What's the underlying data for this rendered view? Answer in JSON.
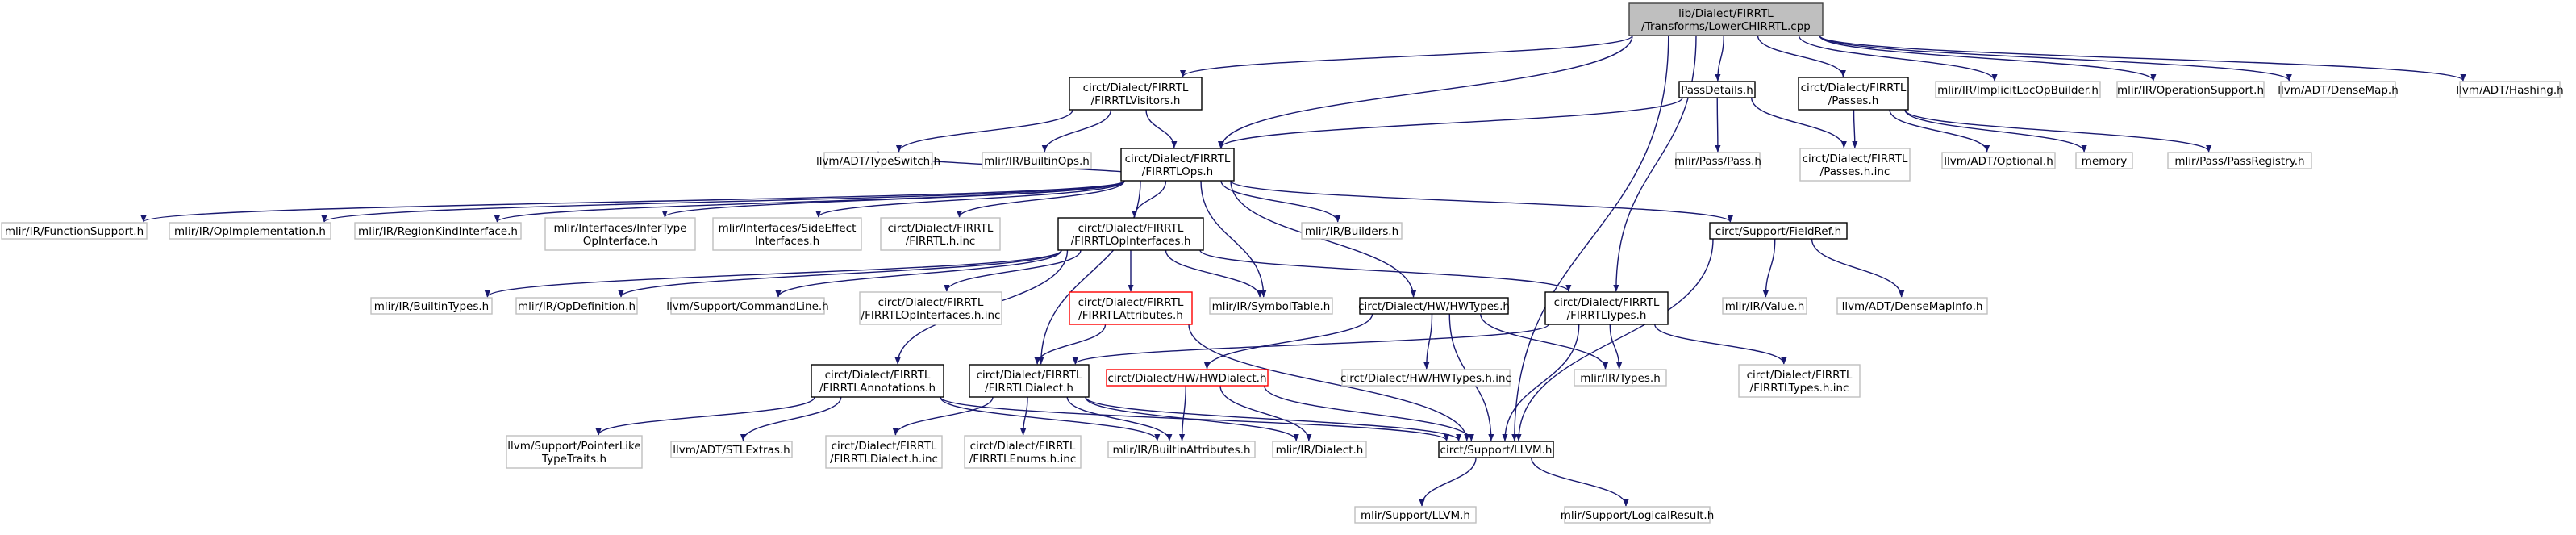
{
  "graph": {
    "root": "root",
    "colors": {
      "edge": "#191970",
      "root_fill": "#bfbfbf",
      "root_border": "#404040",
      "defined_border": "#000000",
      "external_border": "#bfbfbf",
      "truncated_border": "#ff0000"
    },
    "nodes": [
      {
        "id": "root",
        "kind": "root",
        "lines": [
          "lib/Dialect/FIRRTL",
          "/Transforms/LowerCHIRRTL.cpp"
        ]
      },
      {
        "id": "visitors",
        "kind": "defined",
        "lines": [
          "circt/Dialect/FIRRTL",
          "/FIRRTLVisitors.h"
        ]
      },
      {
        "id": "passdetails",
        "kind": "defined",
        "lines": [
          "PassDetails.h"
        ]
      },
      {
        "id": "passes",
        "kind": "defined",
        "lines": [
          "circt/Dialect/FIRRTL",
          "/Passes.h"
        ]
      },
      {
        "id": "implicitloc",
        "kind": "external",
        "lines": [
          "mlir/IR/ImplicitLocOpBuilder.h"
        ]
      },
      {
        "id": "opsupport",
        "kind": "external",
        "lines": [
          "mlir/IR/OperationSupport.h"
        ]
      },
      {
        "id": "densemap",
        "kind": "external",
        "lines": [
          "llvm/ADT/DenseMap.h"
        ]
      },
      {
        "id": "hashing",
        "kind": "external",
        "lines": [
          "llvm/ADT/Hashing.h"
        ]
      },
      {
        "id": "typeswitch",
        "kind": "external",
        "lines": [
          "llvm/ADT/TypeSwitch.h"
        ]
      },
      {
        "id": "builtinops",
        "kind": "external",
        "lines": [
          "mlir/IR/BuiltinOps.h"
        ]
      },
      {
        "id": "firrtlops",
        "kind": "defined",
        "lines": [
          "circt/Dialect/FIRRTL",
          "/FIRRTLOps.h"
        ]
      },
      {
        "id": "pass",
        "kind": "external",
        "lines": [
          "mlir/Pass/Pass.h"
        ]
      },
      {
        "id": "passesinc",
        "kind": "external",
        "lines": [
          "circt/Dialect/FIRRTL",
          "/Passes.h.inc"
        ]
      },
      {
        "id": "optional",
        "kind": "external",
        "lines": [
          "llvm/ADT/Optional.h"
        ]
      },
      {
        "id": "memory",
        "kind": "external",
        "lines": [
          "memory"
        ]
      },
      {
        "id": "passregistry",
        "kind": "external",
        "lines": [
          "mlir/Pass/PassRegistry.h"
        ]
      },
      {
        "id": "funcsupport",
        "kind": "external",
        "lines": [
          "mlir/IR/FunctionSupport.h"
        ]
      },
      {
        "id": "opimpl",
        "kind": "external",
        "lines": [
          "mlir/IR/OpImplementation.h"
        ]
      },
      {
        "id": "regionkind",
        "kind": "external",
        "lines": [
          "mlir/IR/RegionKindInterface.h"
        ]
      },
      {
        "id": "infertype",
        "kind": "external",
        "lines": [
          "mlir/Interfaces/InferType",
          "OpInterface.h"
        ]
      },
      {
        "id": "sideeffect",
        "kind": "external",
        "lines": [
          "mlir/Interfaces/SideEffect",
          "Interfaces.h"
        ]
      },
      {
        "id": "firrtlhinc",
        "kind": "external",
        "lines": [
          "circt/Dialect/FIRRTL",
          "/FIRRTL.h.inc"
        ]
      },
      {
        "id": "builders",
        "kind": "external",
        "lines": [
          "mlir/IR/Builders.h"
        ]
      },
      {
        "id": "fieldref",
        "kind": "defined",
        "lines": [
          "circt/Support/FieldRef.h"
        ]
      },
      {
        "id": "opinterfaces",
        "kind": "defined",
        "lines": [
          "circt/Dialect/FIRRTL",
          "/FIRRTLOpInterfaces.h"
        ]
      },
      {
        "id": "builtintypes",
        "kind": "external",
        "lines": [
          "mlir/IR/BuiltinTypes.h"
        ]
      },
      {
        "id": "opdefinition",
        "kind": "external",
        "lines": [
          "mlir/IR/OpDefinition.h"
        ]
      },
      {
        "id": "commandline",
        "kind": "external",
        "lines": [
          "llvm/Support/CommandLine.h"
        ]
      },
      {
        "id": "opinterfacesinc",
        "kind": "external",
        "lines": [
          "circt/Dialect/FIRRTL",
          "/FIRRTLOpInterfaces.h.inc"
        ]
      },
      {
        "id": "attributes",
        "kind": "truncated",
        "lines": [
          "circt/Dialect/FIRRTL",
          "/FIRRTLAttributes.h"
        ]
      },
      {
        "id": "symboltable",
        "kind": "external",
        "lines": [
          "mlir/IR/SymbolTable.h"
        ]
      },
      {
        "id": "hwtypes",
        "kind": "defined",
        "lines": [
          "circt/Dialect/HW/HWTypes.h"
        ]
      },
      {
        "id": "firrtltypes",
        "kind": "defined",
        "lines": [
          "circt/Dialect/FIRRTL",
          "/FIRRTLTypes.h"
        ]
      },
      {
        "id": "value",
        "kind": "external",
        "lines": [
          "mlir/IR/Value.h"
        ]
      },
      {
        "id": "densemapinfo",
        "kind": "external",
        "lines": [
          "llvm/ADT/DenseMapInfo.h"
        ]
      },
      {
        "id": "annotations",
        "kind": "defined",
        "lines": [
          "circt/Dialect/FIRRTL",
          "/FIRRTLAnnotations.h"
        ]
      },
      {
        "id": "firrtldialect",
        "kind": "defined",
        "lines": [
          "circt/Dialect/FIRRTL",
          "/FIRRTLDialect.h"
        ]
      },
      {
        "id": "hwdialect",
        "kind": "truncated",
        "lines": [
          "circt/Dialect/HW/HWDialect.h"
        ]
      },
      {
        "id": "hwtypesinc",
        "kind": "external",
        "lines": [
          "circt/Dialect/HW/HWTypes.h.inc"
        ]
      },
      {
        "id": "irtypes",
        "kind": "external",
        "lines": [
          "mlir/IR/Types.h"
        ]
      },
      {
        "id": "firrtltypesinc",
        "kind": "external",
        "lines": [
          "circt/Dialect/FIRRTL",
          "/FIRRTLTypes.h.inc"
        ]
      },
      {
        "id": "pointerlike",
        "kind": "external",
        "lines": [
          "llvm/Support/PointerLike",
          "TypeTraits.h"
        ]
      },
      {
        "id": "stlextras",
        "kind": "external",
        "lines": [
          "llvm/ADT/STLExtras.h"
        ]
      },
      {
        "id": "dialectinc",
        "kind": "external",
        "lines": [
          "circt/Dialect/FIRRTL",
          "/FIRRTLDialect.h.inc"
        ]
      },
      {
        "id": "enumsinc",
        "kind": "external",
        "lines": [
          "circt/Dialect/FIRRTL",
          "/FIRRTLEnums.h.inc"
        ]
      },
      {
        "id": "builtinattrs",
        "kind": "external",
        "lines": [
          "mlir/IR/BuiltinAttributes.h"
        ]
      },
      {
        "id": "irdialect",
        "kind": "external",
        "lines": [
          "mlir/IR/Dialect.h"
        ]
      },
      {
        "id": "circtllvm",
        "kind": "defined",
        "lines": [
          "circt/Support/LLVM.h"
        ]
      },
      {
        "id": "mlirllvm",
        "kind": "external",
        "lines": [
          "mlir/Support/LLVM.h"
        ]
      },
      {
        "id": "logicalresult",
        "kind": "external",
        "lines": [
          "mlir/Support/LogicalResult.h"
        ]
      }
    ]
  }
}
